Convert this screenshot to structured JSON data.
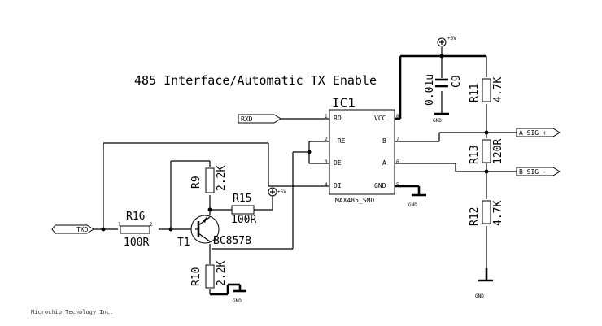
{
  "title": "485 Interface/Automatic TX Enable",
  "footer": "Microchip Tecnology Inc.",
  "ic": {
    "ref": "IC1",
    "part": "MAX485_SMD",
    "pins": {
      "ro": "RO",
      "re": "~RE",
      "de": "DE",
      "di": "DI",
      "vcc": "VCC",
      "b": "B",
      "a": "A",
      "gnd": "GND"
    },
    "pin_numbers": {
      "ro": "1",
      "re": "2",
      "de": "3",
      "di": "4",
      "gnd": "5",
      "a": "6",
      "b": "7",
      "vcc": "8"
    }
  },
  "nets": {
    "rxd": "RXD",
    "txd": "TXD",
    "a_sig": "A_SIG_+",
    "b_sig": "B_SIG_-",
    "vcc_top": "+5V",
    "vcc_r15": "+5V",
    "gnd_ic": "GND",
    "gnd_c9": "GND",
    "gnd_r12": "GND",
    "gnd_r10": "GND"
  },
  "components": {
    "r9": {
      "ref": "R9",
      "value": "2.2K"
    },
    "r10": {
      "ref": "R10",
      "value": "2.2K"
    },
    "r11": {
      "ref": "R11",
      "value": "4.7K"
    },
    "r12": {
      "ref": "R12",
      "value": "4.7K"
    },
    "r13": {
      "ref": "R13",
      "value": "120R"
    },
    "r15": {
      "ref": "R15",
      "value": "100R"
    },
    "r16": {
      "ref": "R16",
      "value": "100R"
    },
    "c9": {
      "ref": "C9",
      "value": "0.01u"
    },
    "t1": {
      "ref": "T1",
      "value": "BC857B"
    }
  },
  "pin_labels": {
    "one": "1",
    "two": "2",
    "three": "3"
  }
}
